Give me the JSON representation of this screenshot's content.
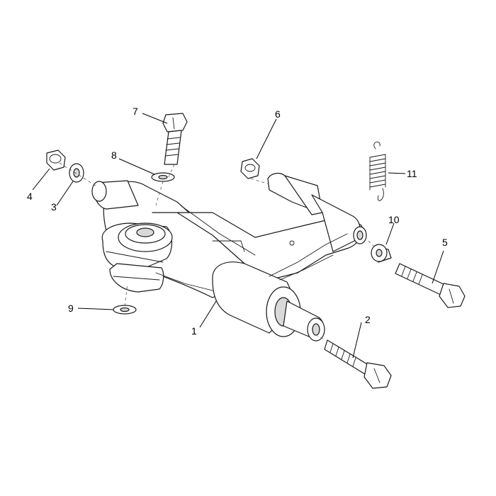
{
  "callouts": {
    "p1": "1",
    "p2": "2",
    "p3": "3",
    "p4": "4",
    "p5": "5",
    "p6": "6",
    "p7": "7",
    "p8": "8",
    "p9": "9",
    "p10": "10",
    "p11": "11"
  },
  "colors": {
    "line": "#1a1a1a",
    "fill": "#ffffff",
    "shade": "#d9d9d9"
  }
}
